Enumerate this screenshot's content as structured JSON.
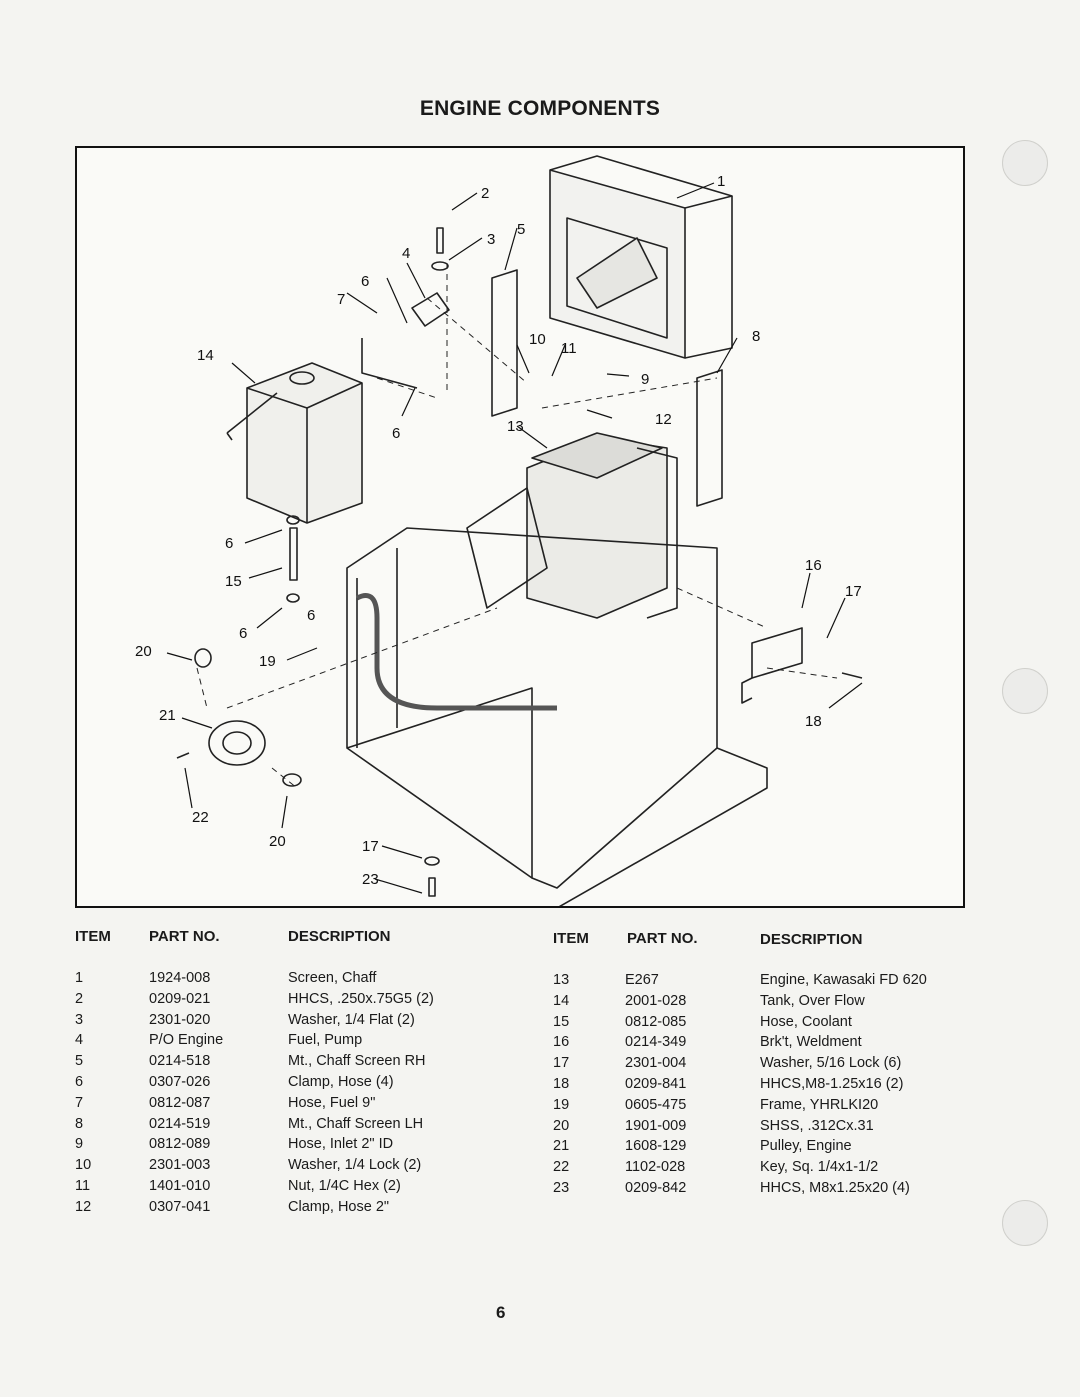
{
  "page": {
    "title": "ENGINE COMPONENTS",
    "page_number": "6"
  },
  "diagram": {
    "callouts": [
      "1",
      "2",
      "3",
      "4",
      "5",
      "6",
      "7",
      "6",
      "14",
      "10",
      "11",
      "8",
      "9",
      "6",
      "13",
      "12",
      "6",
      "15",
      "6",
      "20",
      "19",
      "16",
      "17",
      "21",
      "18",
      "22",
      "20",
      "17",
      "23"
    ]
  },
  "table": {
    "headers": {
      "item": "ITEM",
      "part_no": "PART NO.",
      "description": "DESCRIPTION"
    },
    "left": [
      {
        "item": "1",
        "part": "1924-008",
        "desc": "Screen, Chaff"
      },
      {
        "item": "2",
        "part": "0209-021",
        "desc": "HHCS, .250x.75G5 (2)"
      },
      {
        "item": "3",
        "part": "2301-020",
        "desc": "Washer, 1/4 Flat  (2)"
      },
      {
        "item": "4",
        "part": "P/O Engine",
        "desc": "Fuel, Pump"
      },
      {
        "item": "5",
        "part": "0214-518",
        "desc": "Mt., Chaff Screen RH"
      },
      {
        "item": "6",
        "part": "0307-026",
        "desc": "Clamp, Hose (4)"
      },
      {
        "item": "7",
        "part": "0812-087",
        "desc": "Hose, Fuel 9\""
      },
      {
        "item": "8",
        "part": "0214-519",
        "desc": "Mt., Chaff Screen LH"
      },
      {
        "item": "9",
        "part": "0812-089",
        "desc": "Hose, Inlet 2\" ID"
      },
      {
        "item": "10",
        "part": "2301-003",
        "desc": "Washer, 1/4 Lock (2)"
      },
      {
        "item": "11",
        "part": "1401-010",
        "desc": "Nut, 1/4C Hex (2)"
      },
      {
        "item": "12",
        "part": "0307-041",
        "desc": "Clamp, Hose 2\""
      }
    ],
    "right": [
      {
        "item": "13",
        "part": "E267",
        "desc": "Engine, Kawasaki FD 620"
      },
      {
        "item": "14",
        "part": "2001-028",
        "desc": "Tank, Over Flow"
      },
      {
        "item": "15",
        "part": "0812-085",
        "desc": "Hose, Coolant"
      },
      {
        "item": "16",
        "part": "0214-349",
        "desc": "Brk't, Weldment"
      },
      {
        "item": "17",
        "part": "2301-004",
        "desc": "Washer, 5/16 Lock (6)"
      },
      {
        "item": "18",
        "part": "0209-841",
        "desc": "HHCS,M8-1.25x16 (2)"
      },
      {
        "item": "19",
        "part": "0605-475",
        "desc": "Frame, YHRLKI20"
      },
      {
        "item": "20",
        "part": "1901-009",
        "desc": "SHSS, .312Cx.31"
      },
      {
        "item": "21",
        "part": "1608-129",
        "desc": "Pulley, Engine"
      },
      {
        "item": "22",
        "part": "1102-028",
        "desc": "Key, Sq. 1/4x1-1/2"
      },
      {
        "item": "23",
        "part": "0209-842",
        "desc": "HHCS, M8x1.25x20 (4)"
      }
    ]
  }
}
